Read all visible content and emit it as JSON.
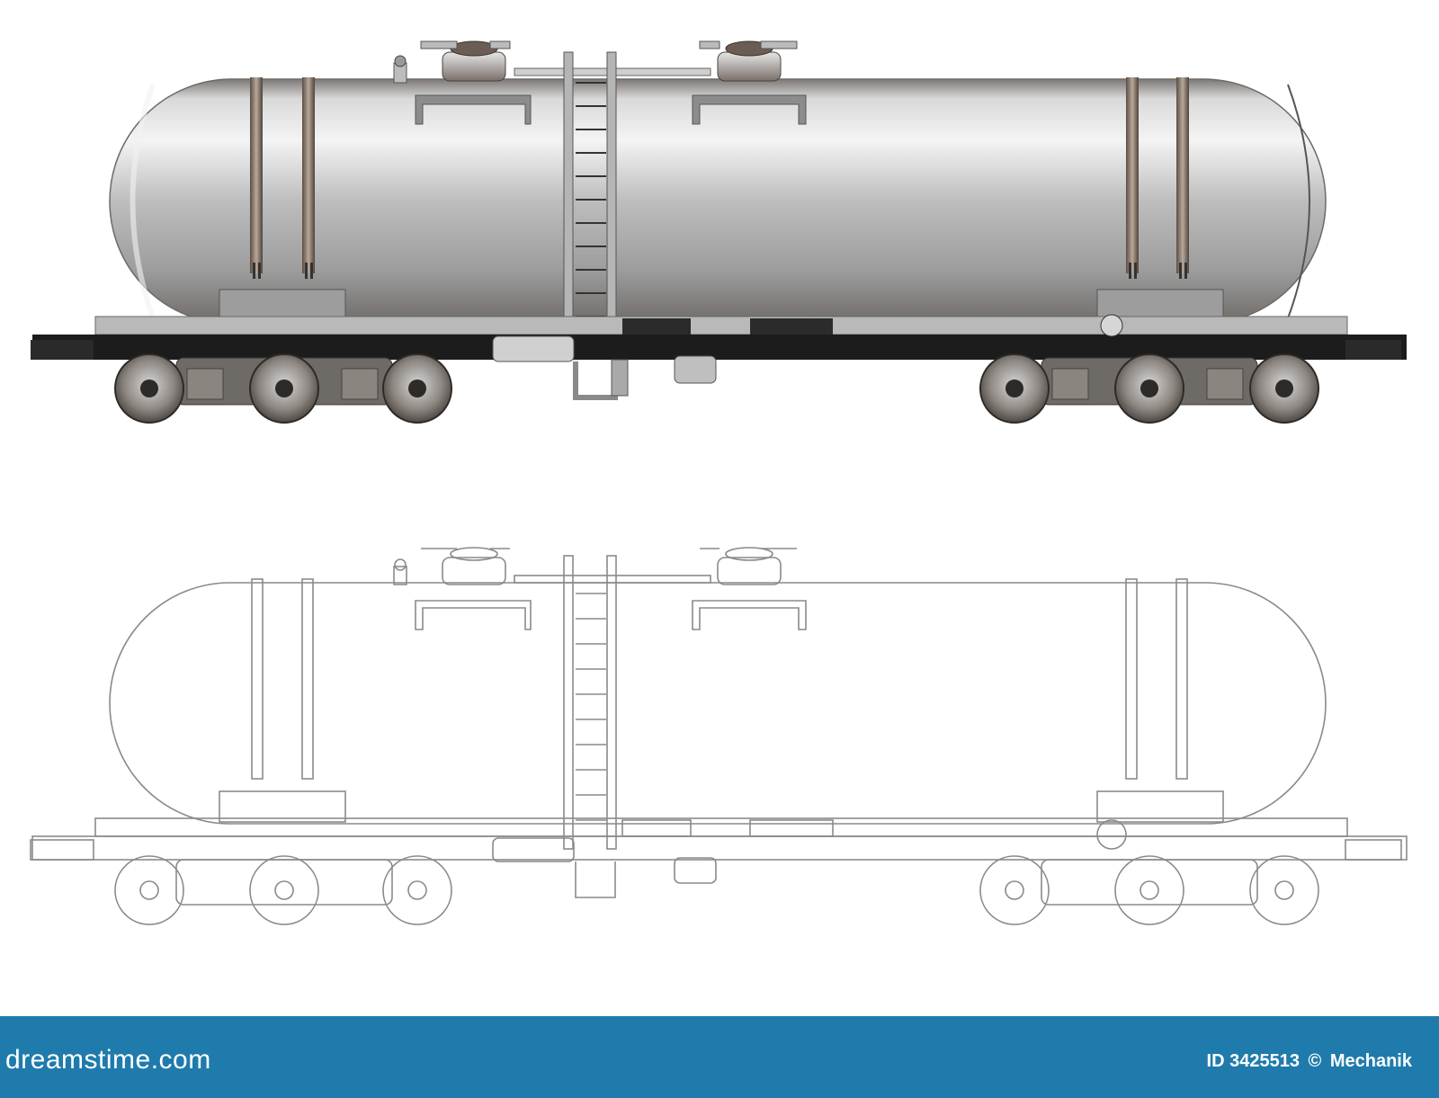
{
  "watermark": {
    "logo": "dreamstime.com",
    "image_id": "ID 3425513",
    "copyright_symbol": "©",
    "author": "Mechanik"
  },
  "colors": {
    "footer_background": "#1f7bac",
    "footer_text": "#ffffff",
    "tank_metal_light": "#f2f2f2",
    "tank_metal_mid": "#a9a9a9",
    "tank_metal_dark": "#6e6a66",
    "chassis_black": "#1c1c1c",
    "outline_gray": "#8a8a8a"
  },
  "illustration": {
    "views": [
      "rendered-tank-car",
      "outline-tank-car"
    ]
  }
}
